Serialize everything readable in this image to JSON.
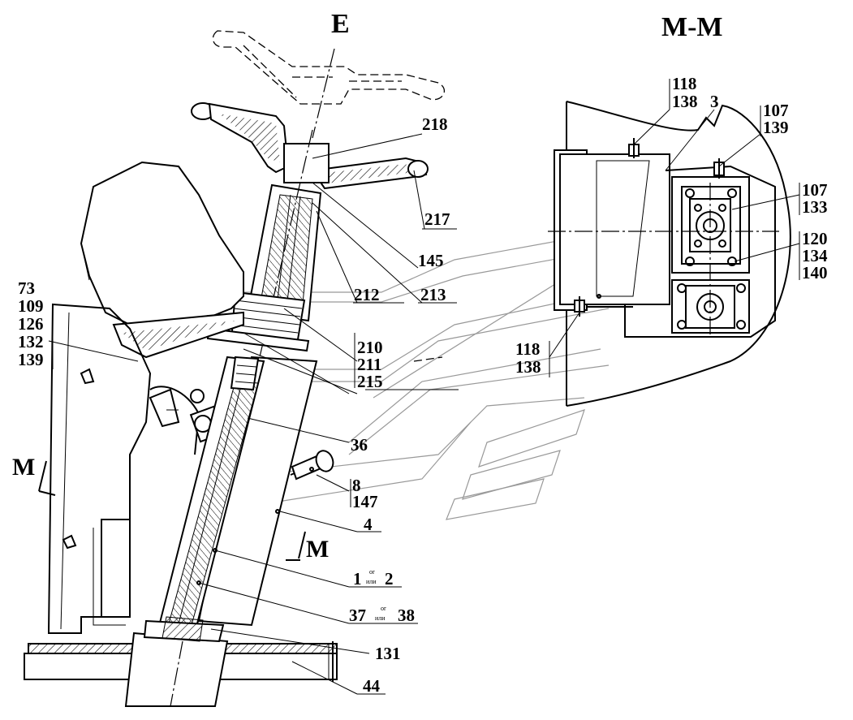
{
  "titles": {
    "view_e": "E",
    "section_mm": "M-M"
  },
  "labels": {
    "l218": "218",
    "l217": "217",
    "l145": "145",
    "l212": "212",
    "l213": "213",
    "l73": "73",
    "l109": "109",
    "l126": "126",
    "l132": "132",
    "l139a": "139",
    "l210": "210",
    "l211": "211",
    "l215": "215",
    "l36": "36",
    "l8": "8",
    "l147": "147",
    "l4": "4",
    "l1": "1",
    "l2": "2",
    "l37": "37",
    "l38": "38",
    "l131": "131",
    "l44": "44",
    "l118a": "118",
    "l138a": "138",
    "l3": "3",
    "l107a": "107",
    "l139b": "139",
    "l107b": "107",
    "l133": "133",
    "l120": "120",
    "l134": "134",
    "l140": "140",
    "l118b": "118",
    "l138b": "138",
    "or_top": "or",
    "or_bottom": "или"
  },
  "section_markers": {
    "left": "M",
    "right": "M"
  }
}
